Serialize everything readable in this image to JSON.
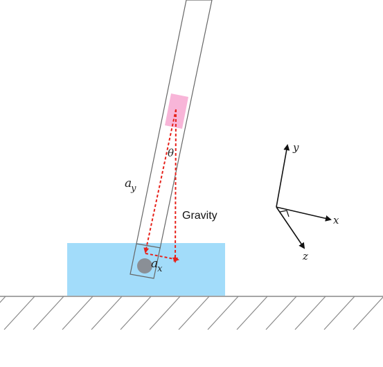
{
  "labels": {
    "theta": "θ",
    "a_y_main": "a",
    "a_y_sub": "y",
    "gravity": "Gravity",
    "a_x_main": "a",
    "a_x_sub": "x"
  },
  "axes": {
    "x": "x",
    "y": "y",
    "z": "z"
  },
  "colors": {
    "water": "#a2dcfa",
    "sensor": "#f8b5d8",
    "vector": "#e6221b",
    "tube_stroke": "#666666",
    "ground": "#888888",
    "ball": "#8a8f96"
  }
}
